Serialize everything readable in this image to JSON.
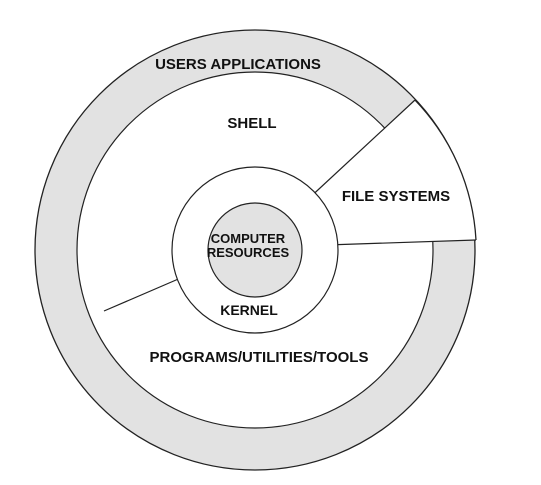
{
  "diagram": {
    "outer_ring_label": "USERS APPLICATIONS",
    "shell_label": "SHELL",
    "file_systems_label": "FILE SYSTEMS",
    "core_label_line1": "COMPUTER",
    "core_label_line2": "RESOURCES",
    "kernel_label": "KERNEL",
    "programs_label": "PROGRAMS/UTILITIES/TOOLS"
  },
  "colors": {
    "ring_fill": "#e2e2e2",
    "white_fill": "#ffffff",
    "stroke": "#222222"
  }
}
